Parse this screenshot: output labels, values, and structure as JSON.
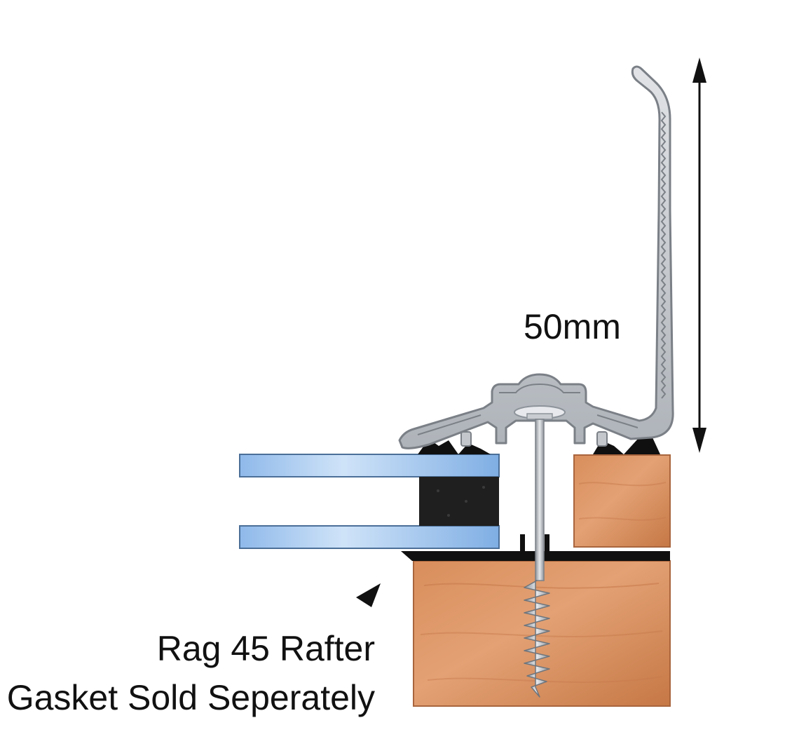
{
  "dimension": {
    "label": "50mm"
  },
  "callout": {
    "line1": "Rag 45 Rafter",
    "line2": "Gasket Sold Seperately"
  },
  "colors": {
    "background": "#ffffff",
    "text": "#111111",
    "aluminium": "#c9ccd0",
    "aluminium_edge": "#7b8087",
    "glass": "#a9cdf2",
    "glass_edge": "#4b6f98",
    "spacer": "#1f1f1f",
    "timber": "#d68c5c",
    "timber_edge": "#a9653d",
    "gasket": "#101010",
    "screw": "#b8bcc2"
  }
}
